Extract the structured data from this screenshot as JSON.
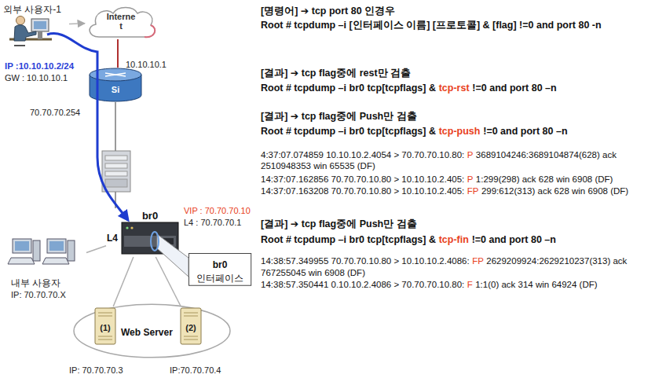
{
  "diagram": {
    "nodes": [
      {
        "text": [
          "외부 사용자-1"
        ]
      },
      {
        "text": [
          "Interne t"
        ]
      },
      {
        "text": [
          "Si"
        ]
      },
      {
        "text": [
          "br0",
          "L4"
        ]
      },
      {
        "text": [
          "br0",
          "인터페이스"
        ]
      },
      {
        "text": [
          "내부 사용자",
          "IP: 70.70.70.X"
        ]
      },
      {
        "text": [
          "Web Server"
        ]
      },
      {
        "text": [
          "(1)"
        ],
        "in": 6
      },
      {
        "text": [
          "(2)"
        ],
        "in": 6
      }
    ],
    "edges": [
      {
        "from": 0,
        "to": 1,
        "arrow": "to"
      },
      {
        "from": 1,
        "to": 2,
        "arrow": "none"
      },
      {
        "from": 2,
        "to": 3,
        "arrow": "none"
      },
      {
        "from": 3,
        "to": 5,
        "arrow": "none"
      },
      {
        "from": 3,
        "to": 7,
        "arrow": "none"
      },
      {
        "from": 3,
        "to": 8,
        "arrow": "none"
      }
    ],
    "labels": [
      "IP :10.10.10.2/24",
      "GW : 10.10.10.1",
      "10.10.10.1",
      "70.70.70.254",
      "VIP : 70.70.70.10",
      "L4 : 70.70.70.1",
      "IP: 70.70.70.3",
      "IP:70.70.70.4",
      "[명령어] ➔ tcp port 80 인경우",
      "Root # tcpdump –i [인터페이스 이름] [프로토콜] & [flag] !=0 and port 80 -n",
      "[결과] ➔ tcp flag중에 rest만 검출",
      "Root # tcpdump –i br0 tcp[tcpflags] &",
      "tcp-rst",
      "!=0 and port 80 –n",
      "[결과] ➔ tcp flag중에 Push만 검출",
      "Root # tcpdump –i br0 tcp[tcpflags] &",
      "tcp-push",
      "!=0 and port 80 –n",
      "4:37:07.074859 10.10.10.2.4054 > 70.70.70.10.80:",
      "P",
      "3689104246:3689104874(628) ack 2510948353 win 65535 (DF)",
      "14:37:07.162856 70.70.70.10.80 > 10.10.10.2.405:",
      "P",
      "1:299(298) ack 628 win 6908 (DF)",
      "14:37:07.163208 70.70.70.10.80 > 10.10.10.2.405:",
      "FP",
      "299:612(313) ack 628 win 6908 (DF)",
      "[결과] ➔ tcp flag중에 Push만 검출",
      "Root # tcpdump –i br0 tcp[tcpflags] &",
      "tcp-fin",
      "!=0 and port 80 –n",
      "14:38:57.349955 70.70.70.10.80 > 10.10.10.2.4086:",
      "FP",
      "2629209924:2629210237(313) ack 767255045 win 6908 (DF)",
      "14:38:57.350441 0.10.10.2.4086 > 70.70.70.10.80:",
      "F",
      "1:1(0) ack 314 win 64924 (DF)"
    ]
  }
}
